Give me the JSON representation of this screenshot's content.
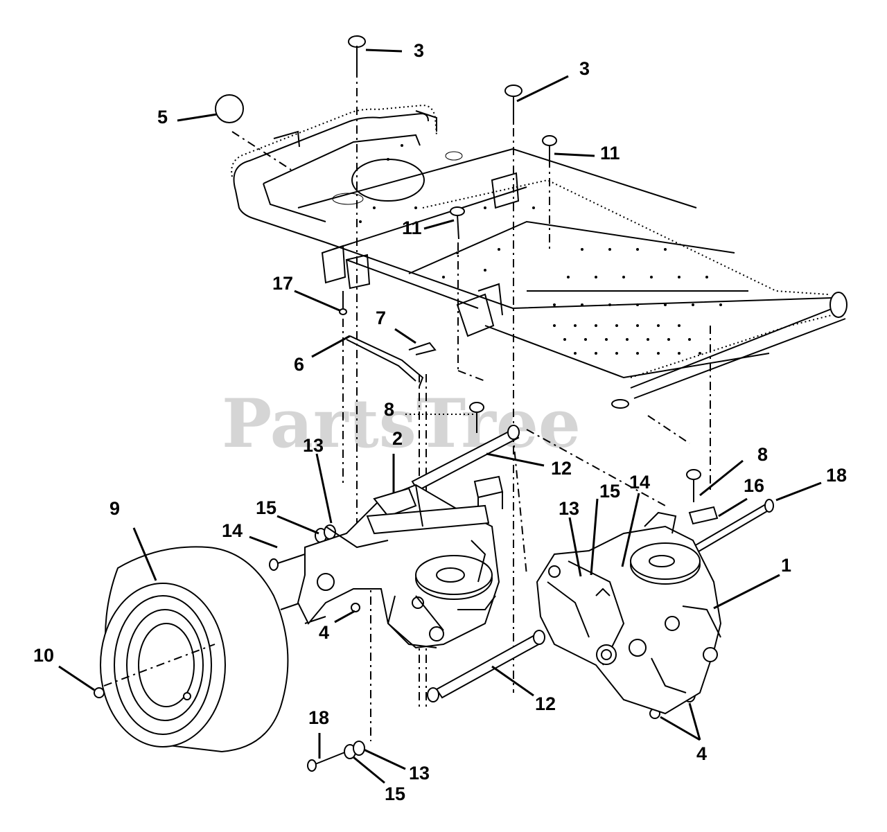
{
  "watermark": "PartsTree",
  "callouts": {
    "c1": "1",
    "c2": "2",
    "c3a": "3",
    "c3b": "3",
    "c4a": "4",
    "c4b": "4",
    "c5": "5",
    "c6": "6",
    "c7": "7",
    "c8a": "8",
    "c8b": "8",
    "c9": "9",
    "c10": "10",
    "c11a": "11",
    "c11b": "11",
    "c12a": "12",
    "c12b": "12",
    "c13a": "13",
    "c13b": "13",
    "c13c": "13",
    "c14a": "14",
    "c14b": "14",
    "c15a": "15",
    "c15b": "15",
    "c15c": "15",
    "c16": "16",
    "c17": "17",
    "c18a": "18",
    "c18b": "18"
  }
}
